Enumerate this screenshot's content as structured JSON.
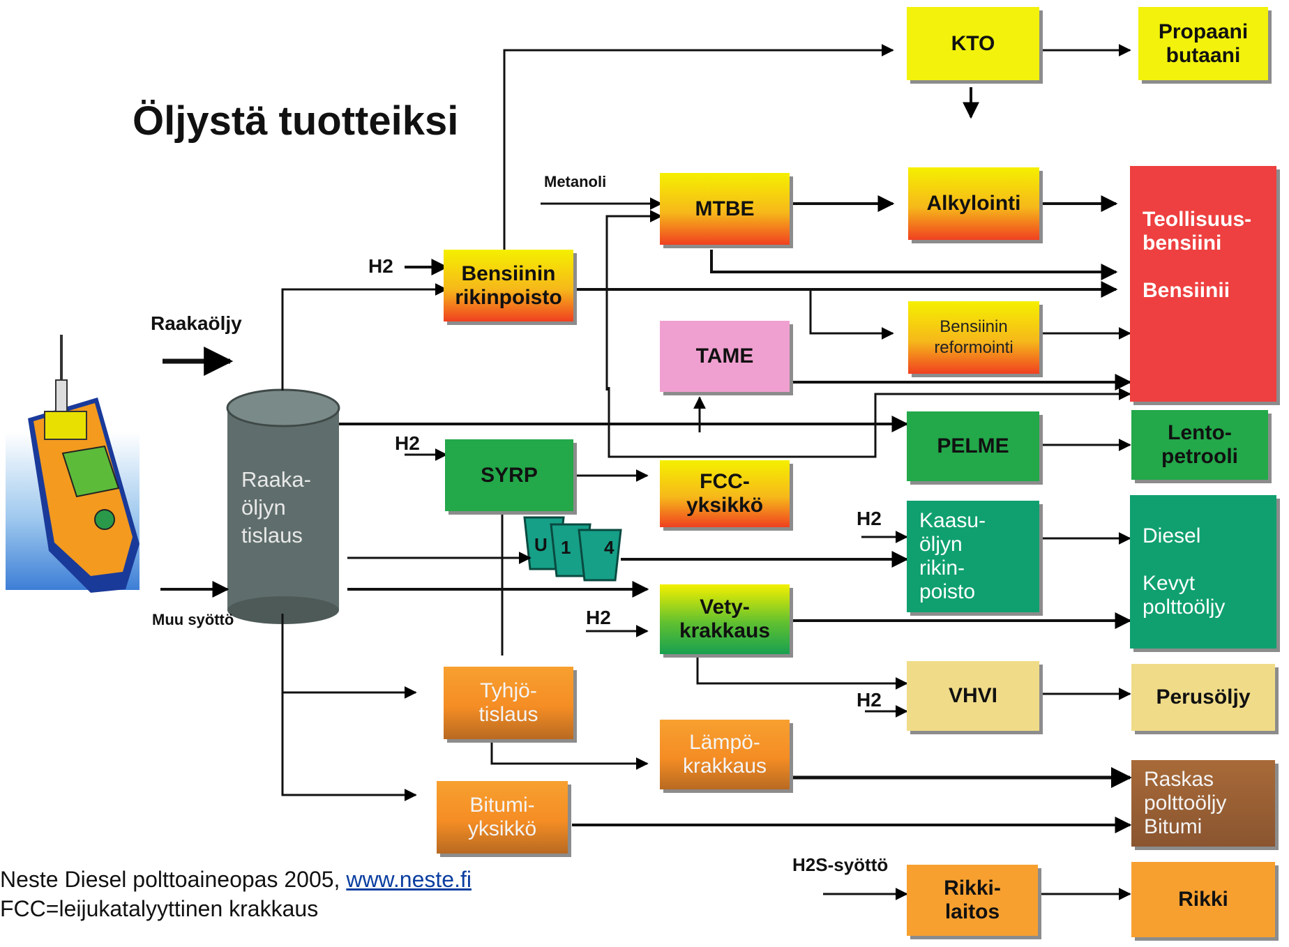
{
  "title": "Öljystä tuotteiksi",
  "inputs": {
    "crude": "Raakaöljy",
    "other_feed": "Muu syöttö",
    "methanol": "Metanoli",
    "h2": "H2",
    "h2s_feed": "H2S-syöttö"
  },
  "tank_label": "Raaka-\nöljyn\ntislaus",
  "process_units": {
    "kto": "KTO",
    "mtbe": "MTBE",
    "alkylation": "Alkylointi",
    "gasoline_desulfurization": "Bensiinin\nrikinpoisto",
    "tame": "TAME",
    "reforming": "Bensiinin\nreformointi",
    "syrp": "SYRP",
    "fcc": "FCC-\nyksikkö",
    "pelme": "PELME",
    "gasoil_desulfurization": "Kaasu-\nöljyn\nrikin-\npoisto",
    "hydrocracking": "Vety-\nkrakkaus",
    "vacuum_distillation": "Tyhjö-\ntislaus",
    "vhvi": "VHVI",
    "thermal_cracking": "Lämpö-\nkrakkaus",
    "bitumen_unit": "Bitumi-\nyksikkö",
    "sulfur_plant": "Rikki-\nlaitos"
  },
  "products": {
    "propane_butane": "Propaani\nbutaani",
    "gasoline": "Teollisuus-\nbensiini\n\nBensiinii",
    "jet_fuel": "Lento-\npetrooli",
    "diesel": "Diesel\n\nKevyt\npolttoöljy",
    "base_oil": "Perusöljy",
    "heavy_fuel": "Raskas\npolttoöljy\nBitumi",
    "sulfur": "Rikki"
  },
  "small_tanks": [
    "U",
    "1",
    "4"
  ],
  "source": {
    "line1": "Neste Diesel polttoaineopas 2005, ",
    "link": "www.neste.fi",
    "line2": "FCC=leijukatalyyttinen krakkaus"
  },
  "colors": {
    "yellow": "#f2f20c",
    "red": "#ee4040",
    "green": "#23a84a",
    "teal": "#10a070",
    "pink": "#f0a0d0",
    "orange": "#f7a030",
    "brown": "#8a5530",
    "cream": "#f0dc88",
    "tank": "#5f6e6c"
  }
}
